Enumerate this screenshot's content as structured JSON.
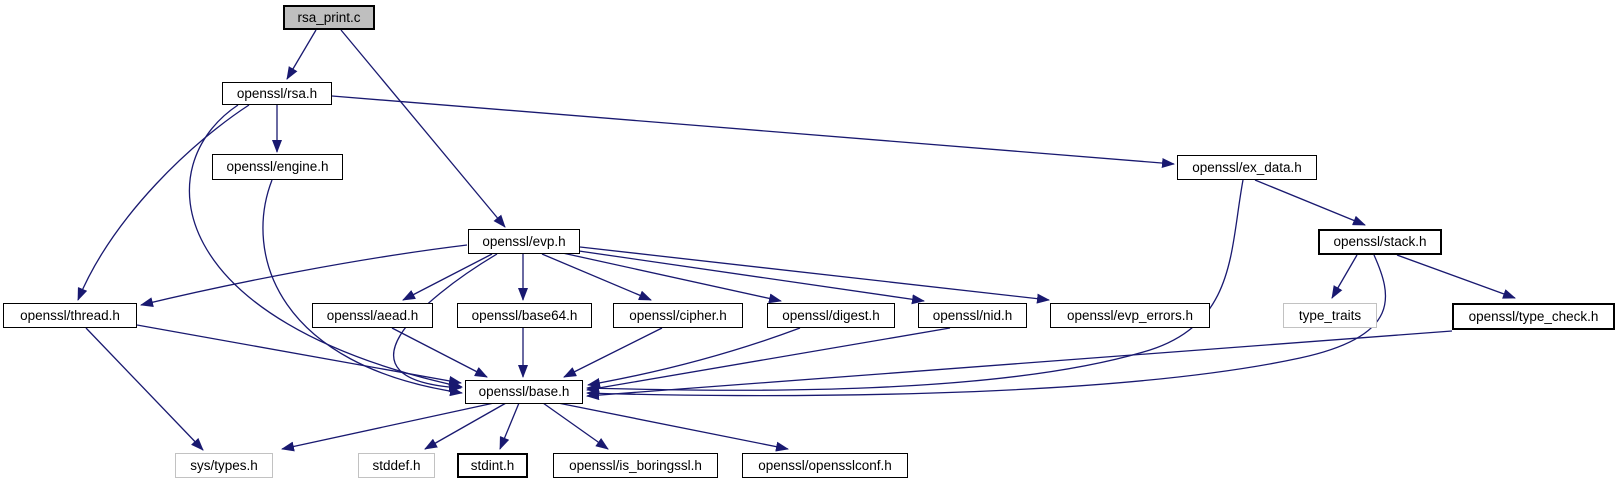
{
  "diagram": {
    "kind": "doxygen-include-dependency-graph",
    "edge_color": "#191970",
    "node_fill": "#ffffff",
    "node_border_color": "#000000",
    "external_node_border_color": "#c2c2c2",
    "root_node_fill": "#bfbfbf",
    "nodes": [
      {
        "id": "rsa_print_c",
        "label": "rsa_print.c"
      },
      {
        "id": "rsa_h",
        "label": "openssl/rsa.h"
      },
      {
        "id": "engine_h",
        "label": "openssl/engine.h"
      },
      {
        "id": "ex_data_h",
        "label": "openssl/ex_data.h"
      },
      {
        "id": "evp_h",
        "label": "openssl/evp.h"
      },
      {
        "id": "stack_h",
        "label": "openssl/stack.h"
      },
      {
        "id": "thread_h",
        "label": "openssl/thread.h"
      },
      {
        "id": "aead_h",
        "label": "openssl/aead.h"
      },
      {
        "id": "base64_h",
        "label": "openssl/base64.h"
      },
      {
        "id": "cipher_h",
        "label": "openssl/cipher.h"
      },
      {
        "id": "digest_h",
        "label": "openssl/digest.h"
      },
      {
        "id": "nid_h",
        "label": "openssl/nid.h"
      },
      {
        "id": "evp_errors_h",
        "label": "openssl/evp_errors.h"
      },
      {
        "id": "type_traits",
        "label": "type_traits"
      },
      {
        "id": "type_check_h",
        "label": "openssl/type_check.h"
      },
      {
        "id": "base_h",
        "label": "openssl/base.h"
      },
      {
        "id": "sys_types_h",
        "label": "sys/types.h"
      },
      {
        "id": "stddef_h",
        "label": "stddef.h"
      },
      {
        "id": "stdint_h",
        "label": "stdint.h"
      },
      {
        "id": "is_boringssl_h",
        "label": "openssl/is_boringssl.h"
      },
      {
        "id": "opensslconf_h",
        "label": "openssl/opensslconf.h"
      }
    ],
    "edges": [
      {
        "from": "rsa_print.c",
        "to": "openssl/rsa.h"
      },
      {
        "from": "rsa_print.c",
        "to": "openssl/evp.h"
      },
      {
        "from": "openssl/rsa.h",
        "to": "openssl/engine.h"
      },
      {
        "from": "openssl/rsa.h",
        "to": "openssl/ex_data.h"
      },
      {
        "from": "openssl/rsa.h",
        "to": "openssl/thread.h"
      },
      {
        "from": "openssl/rsa.h",
        "to": "openssl/base.h"
      },
      {
        "from": "openssl/engine.h",
        "to": "openssl/base.h"
      },
      {
        "from": "openssl/evp.h",
        "to": "openssl/thread.h"
      },
      {
        "from": "openssl/evp.h",
        "to": "openssl/aead.h"
      },
      {
        "from": "openssl/evp.h",
        "to": "openssl/base64.h"
      },
      {
        "from": "openssl/evp.h",
        "to": "openssl/cipher.h"
      },
      {
        "from": "openssl/evp.h",
        "to": "openssl/digest.h"
      },
      {
        "from": "openssl/evp.h",
        "to": "openssl/nid.h"
      },
      {
        "from": "openssl/evp.h",
        "to": "openssl/evp_errors.h"
      },
      {
        "from": "openssl/evp.h",
        "to": "openssl/base.h"
      },
      {
        "from": "openssl/thread.h",
        "to": "sys/types.h"
      },
      {
        "from": "openssl/thread.h",
        "to": "openssl/base.h"
      },
      {
        "from": "openssl/aead.h",
        "to": "openssl/base.h"
      },
      {
        "from": "openssl/base64.h",
        "to": "openssl/base.h"
      },
      {
        "from": "openssl/cipher.h",
        "to": "openssl/base.h"
      },
      {
        "from": "openssl/digest.h",
        "to": "openssl/base.h"
      },
      {
        "from": "openssl/nid.h",
        "to": "openssl/base.h"
      },
      {
        "from": "openssl/ex_data.h",
        "to": "openssl/stack.h"
      },
      {
        "from": "openssl/ex_data.h",
        "to": "openssl/base.h"
      },
      {
        "from": "openssl/stack.h",
        "to": "type_traits"
      },
      {
        "from": "openssl/stack.h",
        "to": "openssl/type_check.h"
      },
      {
        "from": "openssl/stack.h",
        "to": "openssl/base.h"
      },
      {
        "from": "openssl/type_check.h",
        "to": "openssl/base.h"
      },
      {
        "from": "openssl/base.h",
        "to": "sys/types.h"
      },
      {
        "from": "openssl/base.h",
        "to": "stddef.h"
      },
      {
        "from": "openssl/base.h",
        "to": "stdint.h"
      },
      {
        "from": "openssl/base.h",
        "to": "openssl/is_boringssl.h"
      },
      {
        "from": "openssl/base.h",
        "to": "openssl/opensslconf.h"
      }
    ]
  }
}
